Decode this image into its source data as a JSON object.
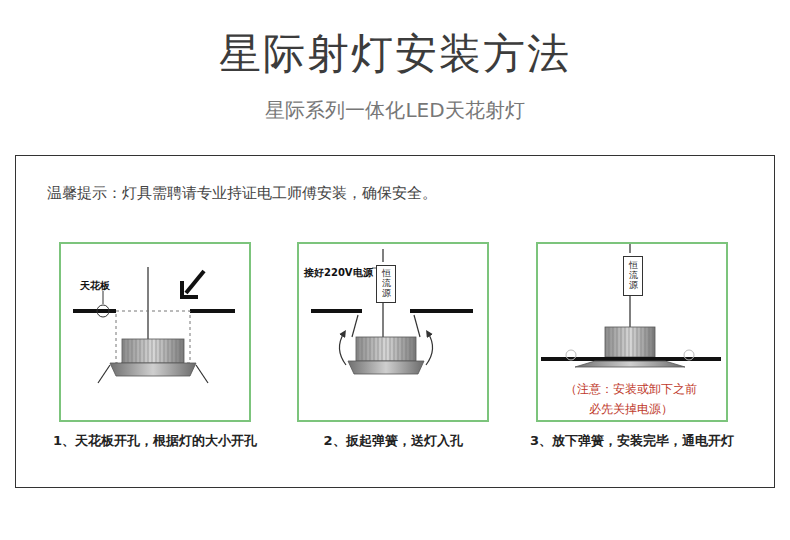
{
  "diagram": {
    "title": "星际射灯安装方法",
    "nodes": [
      {
        "text": [
          "温馨提示：灯具需聘请专业持证电工师傅安装，确保安全。"
        ]
      },
      {
        "text": [
          "1、天花板开孔，根据灯的大小开孔"
        ],
        "in": 0
      },
      {
        "text": [
          "2、扳起弹簧，送灯入孔"
        ],
        "in": 0
      },
      {
        "text": [
          "恒流源"
        ],
        "in": 2
      },
      {
        "text": [
          "3、放下弹簧，安装完毕，通电开灯"
        ],
        "in": 0
      },
      {
        "text": [
          "恒流源"
        ],
        "in": 4
      }
    ],
    "labels": [
      "星际系列一体化LED天花射灯",
      "天花板",
      "接好220V电源",
      "（注意：安装或卸下之前必先关掉电源）"
    ]
  }
}
